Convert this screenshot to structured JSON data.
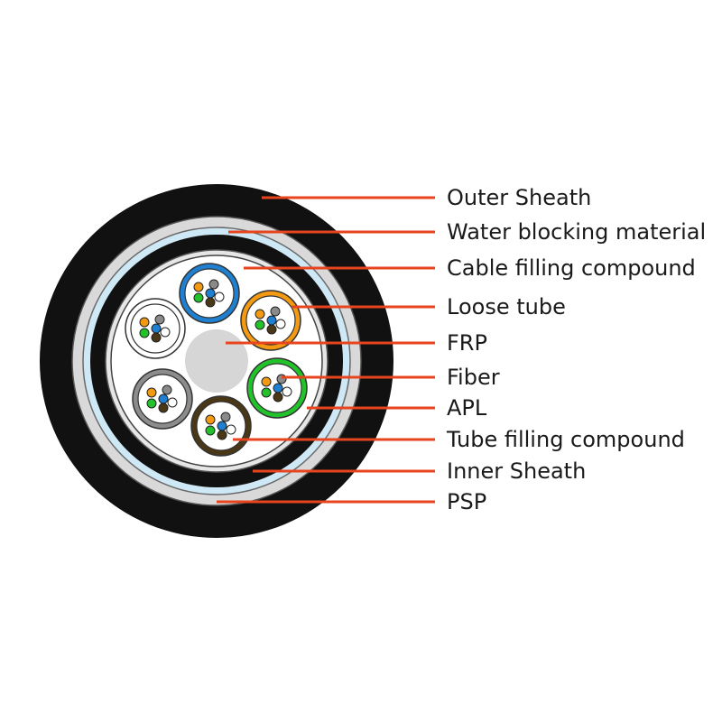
{
  "labels": [
    {
      "key": "outer_sheath",
      "text": "Outer Sheath"
    },
    {
      "key": "water_blocking",
      "text": "Water blocking material"
    },
    {
      "key": "cable_filling",
      "text": "Cable filling compound"
    },
    {
      "key": "loose_tube",
      "text": "Loose tube"
    },
    {
      "key": "frp",
      "text": "FRP"
    },
    {
      "key": "fiber",
      "text": "Fiber"
    },
    {
      "key": "apl",
      "text": "APL"
    },
    {
      "key": "tube_filling",
      "text": "Tube filling compound"
    },
    {
      "key": "inner_sheath",
      "text": "Inner Sheath"
    },
    {
      "key": "psp",
      "text": "PSP"
    }
  ],
  "colors": {
    "leader": "#e8451e",
    "outer_sheath": "#111111",
    "psp": "#d9d9d9",
    "water_blocking": "#cfe8f5",
    "inner_sheath": "#111111",
    "apl": "#e6e6e6",
    "frp": "#d6d6d6",
    "tube_blue": "#1f7fd1",
    "tube_orange": "#f39a12",
    "tube_green": "#22c22a",
    "tube_brown": "#4a3716",
    "tube_gray": "#8c8c8c",
    "tube_white": "#ffffff"
  },
  "tube_colors": [
    "blue",
    "orange",
    "green",
    "brown",
    "gray",
    "white"
  ],
  "fiber_colors": [
    "#f39a12",
    "#8a8a8a",
    "#1f7fd1",
    "#22c22a",
    "#4a3716",
    "#ffffff"
  ]
}
